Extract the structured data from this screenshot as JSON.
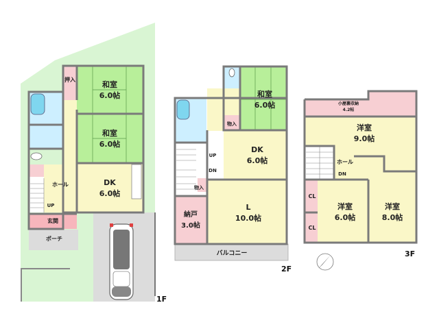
{
  "colors": {
    "garden": "#d9f5d3",
    "tatami": "#b8ef9a",
    "wood": "#faf7c8",
    "storage": "#f7cfd3",
    "wet": "#cdefff",
    "parking": "#dcdcdc",
    "wall": "#7a7a7a"
  },
  "floors": [
    {
      "tag": "1F",
      "rooms": [
        {
          "name": "和室",
          "size": "6.0帖"
        },
        {
          "name": "和室",
          "size": "6.0帖"
        },
        {
          "name": "DK",
          "size": "6.0帖"
        }
      ],
      "labels": {
        "oshiire": "押入",
        "hall": "ホール",
        "up": "UP",
        "genkan": "玄関",
        "porch": "ポーチ"
      }
    },
    {
      "tag": "2F",
      "rooms": [
        {
          "name": "和室",
          "size": "6.0帖"
        },
        {
          "name": "DK",
          "size": "6.0帖"
        },
        {
          "name": "L",
          "size": "10.0帖"
        },
        {
          "name": "納戸",
          "size": "3.0帖"
        }
      ],
      "labels": {
        "monoire1": "物入",
        "monoire2": "物入",
        "up": "UP",
        "dn": "DN",
        "balcony": "バルコニー"
      }
    },
    {
      "tag": "3F",
      "rooms": [
        {
          "name": "洋室",
          "size": "9.0帖"
        },
        {
          "name": "洋室",
          "size": "6.0帖"
        },
        {
          "name": "洋室",
          "size": "8.0帖"
        }
      ],
      "labels": {
        "attic": "小屋裏収納",
        "attic_size": "4.2帖",
        "hall": "ホール",
        "dn": "DN",
        "cl1": "CL",
        "cl2": "CL"
      }
    }
  ]
}
